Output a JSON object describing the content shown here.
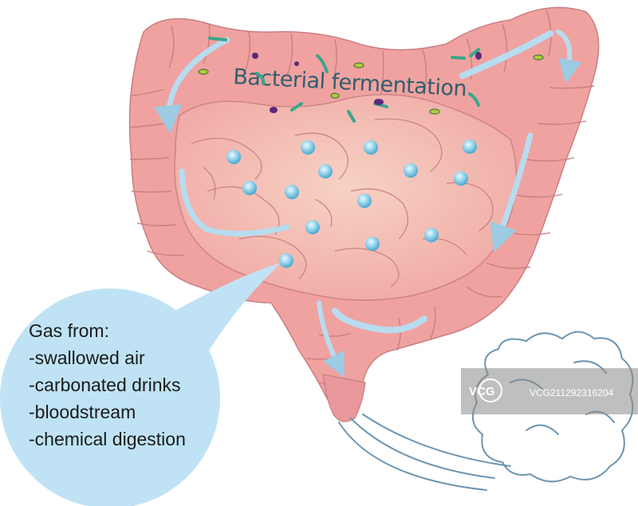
{
  "diagram": {
    "title": "Bacterial fermentation",
    "gas_box": {
      "heading": "Gas from:",
      "sources": [
        "-swallowed air",
        "-carbonated drinks",
        "-bloodstream",
        "-chemical digestion"
      ]
    },
    "watermark": {
      "logo": "VCG",
      "id": "VCG211292316204"
    }
  },
  "colors": {
    "intestine_fill": "#f0a2a0",
    "intestine_stroke": "#c97f82",
    "small_intestine": "#f4c0b5",
    "gas_bubble": "#7fcbe6",
    "flow_arrow": "#b7dcef",
    "speech_bubble": "#bfe3f5",
    "gas_cloud_stroke": "#6f95b0",
    "bacteria_green": "#3aa68a",
    "bacteria_purple": "#5b2a7a"
  }
}
